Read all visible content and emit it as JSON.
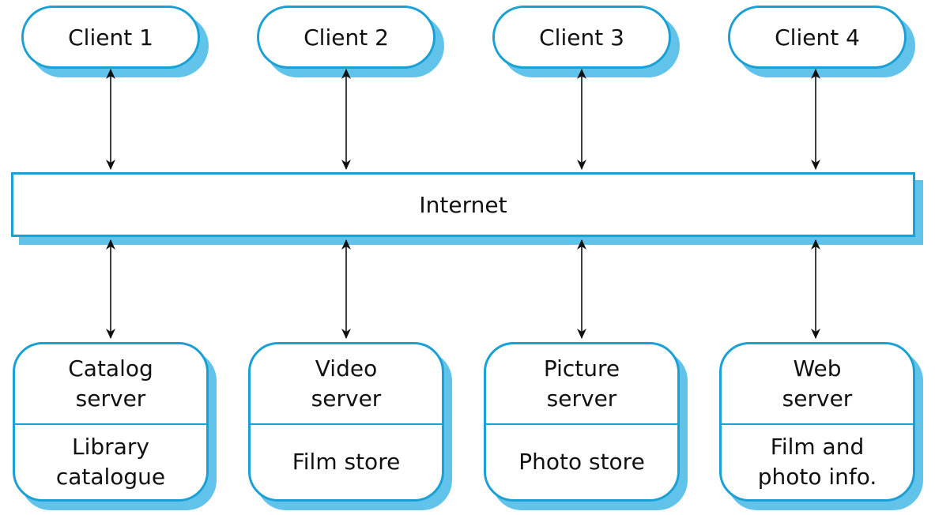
{
  "network": {
    "label": "Internet"
  },
  "clients": [
    {
      "label": "Client 1"
    },
    {
      "label": "Client 2"
    },
    {
      "label": "Client 3"
    },
    {
      "label": "Client 4"
    }
  ],
  "servers": [
    {
      "name_line1": "Catalog",
      "name_line2": "server",
      "store": "Library\ncatalogue"
    },
    {
      "name_line1": "Video",
      "name_line2": "server",
      "store": "Film store"
    },
    {
      "name_line1": "Picture",
      "name_line2": "server",
      "store": "Photo store"
    },
    {
      "name_line1": "Web",
      "name_line2": "server",
      "store": "Film and\nphoto info."
    }
  ],
  "colors": {
    "border": "#1aa0d4",
    "shadow": "#62c3ea",
    "arrow": "#111111"
  }
}
